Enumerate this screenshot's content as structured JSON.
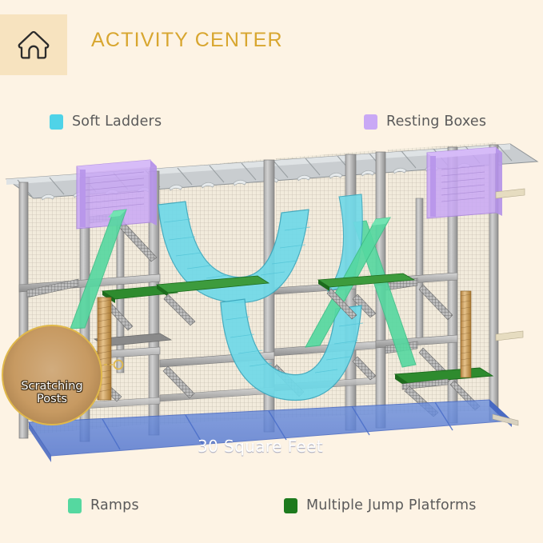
{
  "header": {
    "title": "ACTIVITY CENTER",
    "icon": "home-icon",
    "icon_box_color": "#f7e3bf",
    "title_color": "#d8a62f"
  },
  "page": {
    "background_color": "#fdf3e4"
  },
  "legend": {
    "items": [
      {
        "label": "Soft Ladders",
        "color": "#4fd3e8",
        "position": "top-left"
      },
      {
        "label": "Resting Boxes",
        "color": "#c9a8f5",
        "position": "top-right"
      },
      {
        "label": "Ramps",
        "color": "#55d8a0",
        "position": "bottom-left"
      },
      {
        "label": "Multiple Jump Platforms",
        "color": "#1d7a1d",
        "position": "bottom-right"
      }
    ]
  },
  "callout": {
    "label_line1": "Scratching",
    "label_line2": "Posts",
    "ring_color": "#e0b84a"
  },
  "floor": {
    "area_label": "30 Square Feet",
    "color": "#5b7fd4"
  },
  "illustration": {
    "name": "catio-cat-enclosure-cutaway",
    "frame_color": "#9a9a9a",
    "mesh_color": "#efe7d8",
    "roof_color": "#c9cdd0",
    "resting_box_color": "#c9a8f5",
    "ramp_color": "#55d8a0",
    "soft_ladder_color": "#6fd9e8",
    "platform_color": "#2e8b2e",
    "post_color": "#c79a62"
  }
}
